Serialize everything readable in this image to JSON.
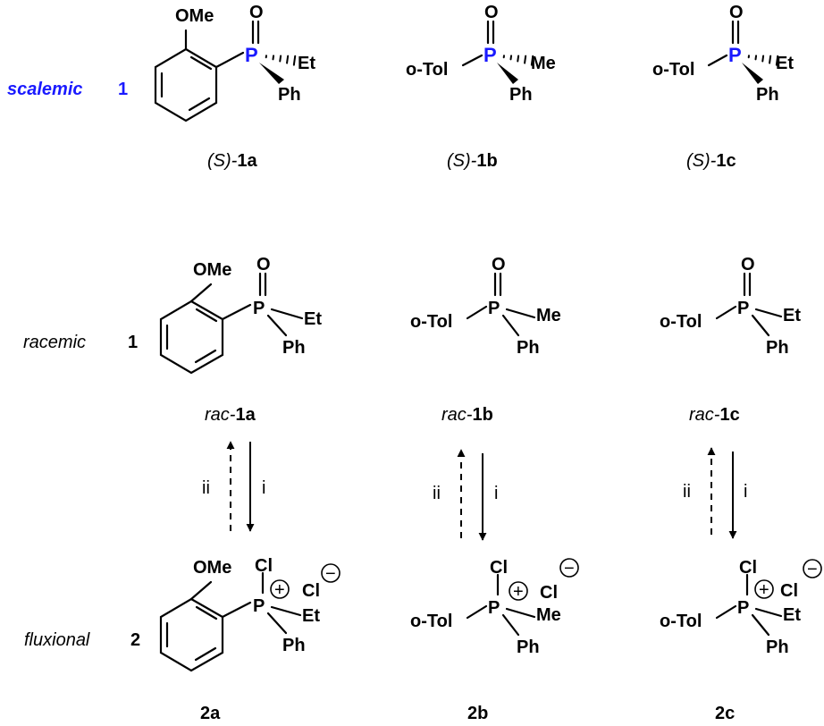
{
  "atoms": {
    "OMe": "OMe",
    "O": "O",
    "P": "P",
    "Et": "Et",
    "Me": "Me",
    "Ph": "Ph",
    "Ph_alt": "Ph",
    "oTol": "o-Tol",
    "Cl": "Cl",
    "plus": "+",
    "minus": "−"
  },
  "rows": {
    "scalemic": {
      "label": "scalemic",
      "number": "1"
    },
    "racemic": {
      "label": "racemic",
      "number": "1"
    },
    "fluxional": {
      "label": "fluxional",
      "number": "2"
    }
  },
  "captions": {
    "s1a": {
      "prefix": "(S)-",
      "id": "1a"
    },
    "s1b": {
      "prefix": "(S)-",
      "id": "1b"
    },
    "s1c": {
      "prefix": "(S)-",
      "id": "1c"
    },
    "rac1a": {
      "prefix": "rac-",
      "id": "1a"
    },
    "rac1b": {
      "prefix": "rac-",
      "id": "1b"
    },
    "rac1c": {
      "prefix": "rac-",
      "id": "1c"
    },
    "c2a": "2a",
    "c2b": "2b",
    "c2c": "2c"
  },
  "arrows": {
    "forward": "i",
    "reverse": "ii"
  },
  "colors": {
    "stereocenter": "#1a1aff",
    "ink": "#000000"
  }
}
